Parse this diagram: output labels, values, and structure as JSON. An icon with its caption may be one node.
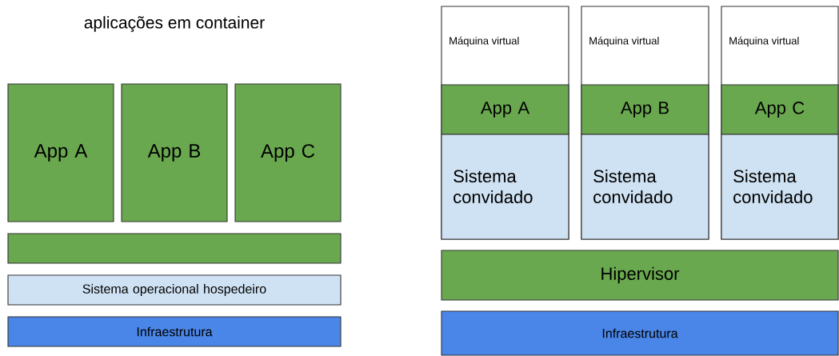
{
  "diagram": {
    "title": "aplicações em container",
    "nodes": [
      {
        "text": [
          "App A"
        ]
      },
      {
        "text": [
          "App B"
        ]
      },
      {
        "text": [
          "App C"
        ]
      },
      {
        "text": [],
        "shape": "box"
      },
      {
        "text": [
          "Sistema operacional hospedeiro"
        ]
      },
      {
        "text": [
          "Infraestrutura"
        ]
      },
      {
        "text": [
          "Máquina virtual"
        ]
      },
      {
        "text": [
          "App A"
        ],
        "in": 6
      },
      {
        "text": [
          "Sistema convidado"
        ],
        "in": 6
      },
      {
        "text": [
          "Máquina virtual"
        ]
      },
      {
        "text": [
          "App B"
        ],
        "in": 9
      },
      {
        "text": [
          "Sistema convidado"
        ],
        "in": 9
      },
      {
        "text": [
          "Máquina virtual"
        ]
      },
      {
        "text": [
          "App C"
        ],
        "in": 12
      },
      {
        "text": [
          "Sistema convidado"
        ],
        "in": 12
      },
      {
        "text": [
          "Hipervisor"
        ]
      },
      {
        "text": [
          "Infraestrutura"
        ]
      }
    ],
    "edges": []
  }
}
